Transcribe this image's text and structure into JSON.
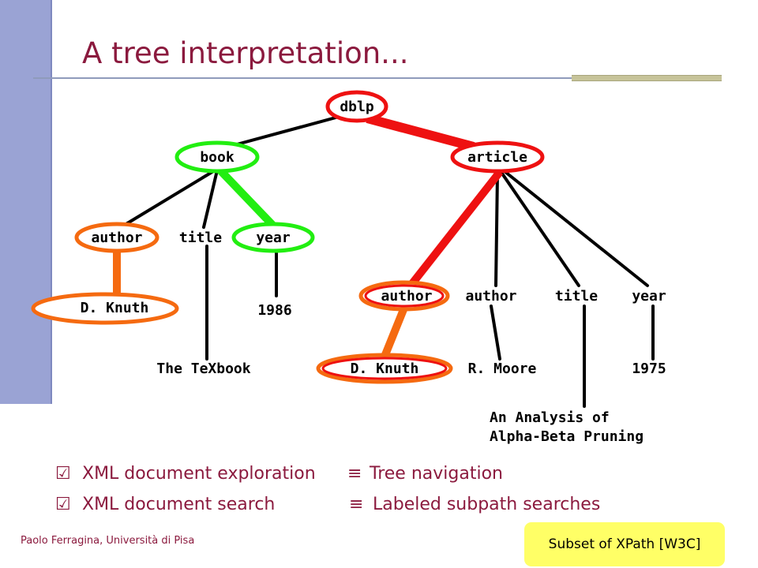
{
  "slide": {
    "title": "A tree interpretation..."
  },
  "tree": {
    "nodes": {
      "dblp": "dblp",
      "book": "book",
      "article": "article",
      "book_author": "author",
      "book_title": "title",
      "book_year": "year",
      "book_author_value": "D. Knuth",
      "book_title_value": "The TeXbook",
      "book_year_value": "1986",
      "article_author1": "author",
      "article_author2": "author",
      "article_title": "title",
      "article_year": "year",
      "article_author1_value": "D. Knuth",
      "article_author2_value": "R. Moore",
      "article_title_value_line1": "An Analysis of",
      "article_title_value_line2": "Alpha-Beta Pruning",
      "article_year_value": "1975"
    },
    "colors": {
      "red": "#ee1111",
      "green": "#22ee11",
      "orange": "#f56a10",
      "black": "#000000"
    }
  },
  "bullets": [
    {
      "mark": "☑",
      "lhs": "XML document exploration",
      "eq": "≡",
      "rhs": "Tree navigation"
    },
    {
      "mark": "☑",
      "lhs": "XML document search",
      "eq": "≡",
      "rhs": "Labeled subpath searches"
    }
  ],
  "footer": "Paolo Ferragina, Università di Pisa",
  "callout": "Subset of XPath [W3C]",
  "theme": {
    "title_color": "#8b1a3e",
    "sidebar_color": "#9aa3d4",
    "callout_color": "#ffff66"
  }
}
